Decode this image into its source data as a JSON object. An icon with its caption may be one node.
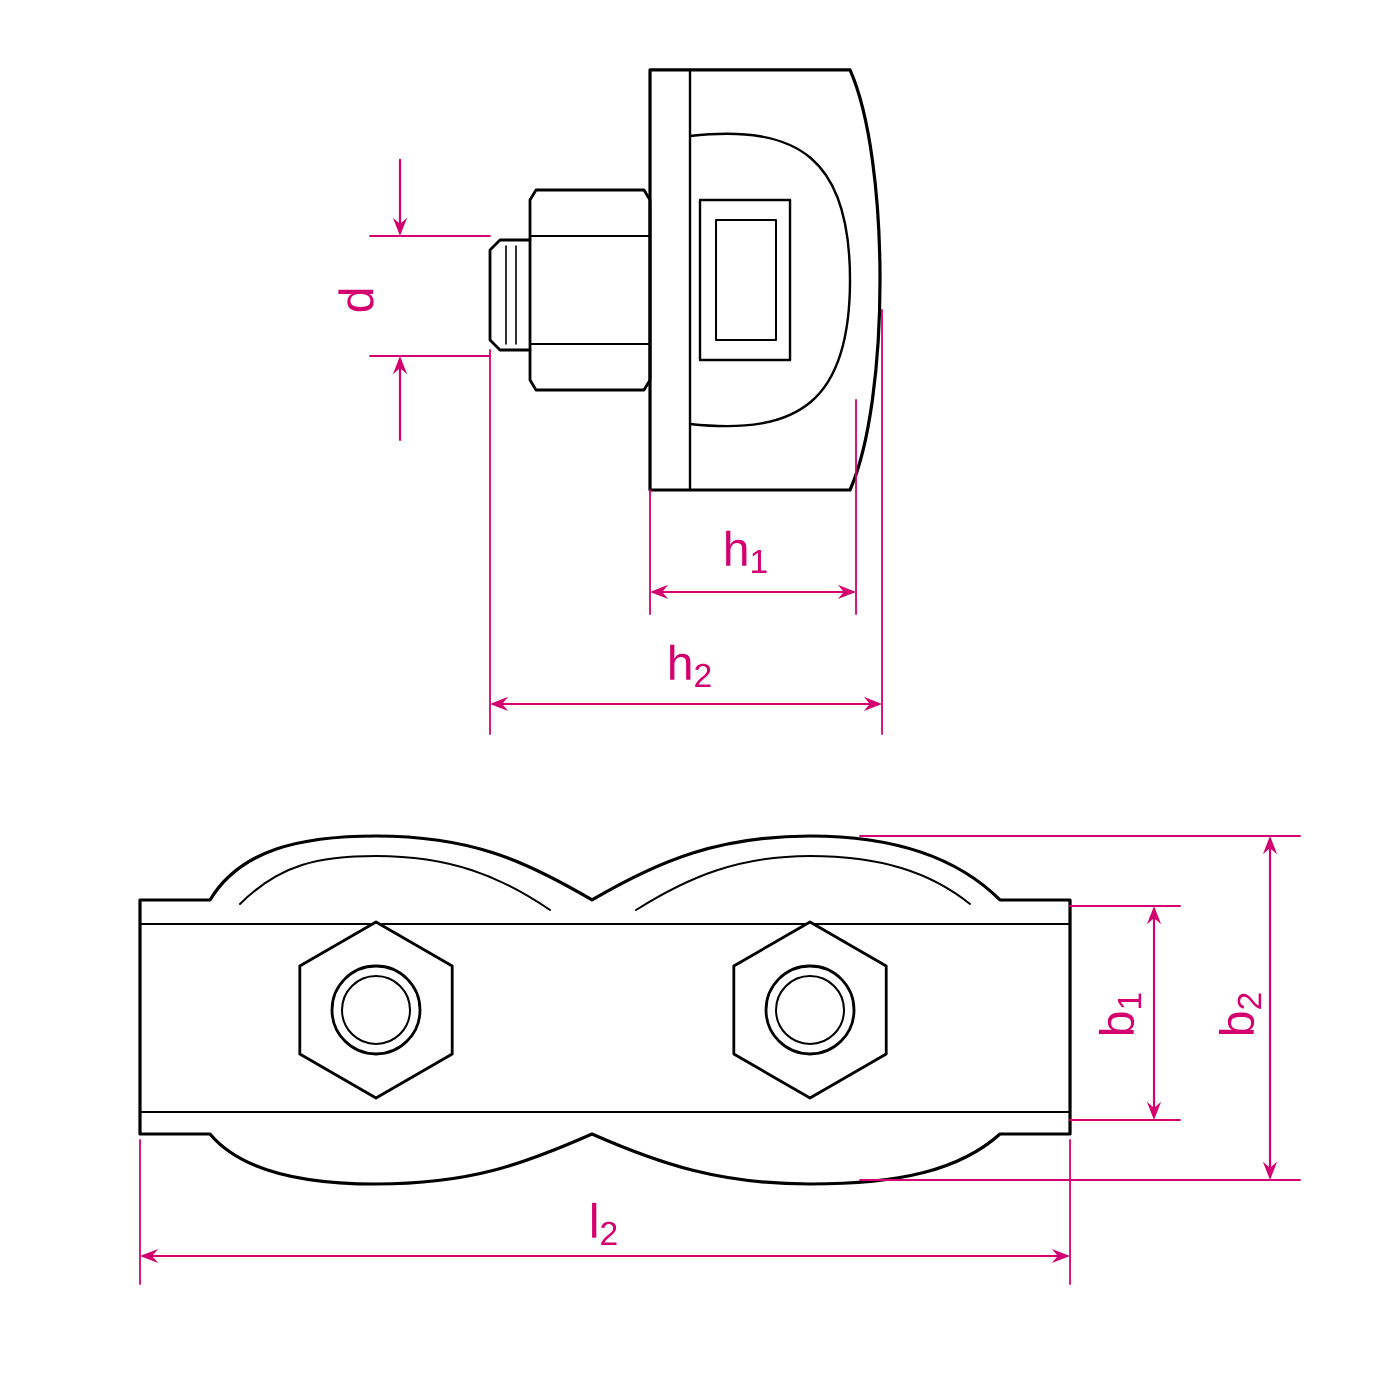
{
  "diagram": {
    "labels": [
      "d",
      "h$_{1}$",
      "h$_{2}$",
      "b$_{1}$",
      "b$_{2}$",
      "l$_{2}$"
    ]
  }
}
